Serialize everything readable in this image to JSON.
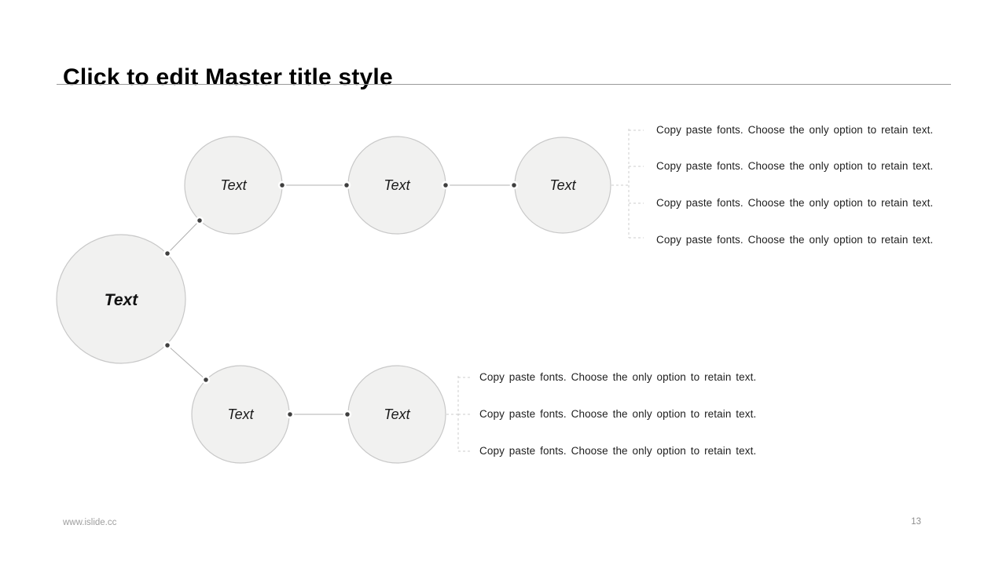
{
  "slide": {
    "title": "Click to edit Master title style",
    "footer": {
      "website": "www.islide.cc",
      "page_number": "13"
    }
  },
  "diagram": {
    "center_node": {
      "label": "Text"
    },
    "top_branch": {
      "nodes": [
        {
          "label": "Text"
        },
        {
          "label": "Text"
        },
        {
          "label": "Text"
        }
      ],
      "annotations": [
        "Copy paste fonts. Choose the only option to retain text.",
        "Copy paste fonts. Choose the only option to retain text.",
        "Copy paste fonts. Choose the only option to retain text.",
        "Copy paste fonts. Choose the only option to retain text."
      ]
    },
    "bottom_branch": {
      "nodes": [
        {
          "label": "Text"
        },
        {
          "label": "Text"
        }
      ],
      "annotations": [
        "Copy paste fonts. Choose the only option to retain text.",
        "Copy paste fonts. Choose the only option to retain text.",
        "Copy paste fonts. Choose the only option to retain text."
      ]
    },
    "colors": {
      "node_fill": "#f1f1f0",
      "node_border": "#c8c8c8",
      "connector": "#b0b0b0",
      "connector_dot": "#3f3f3f",
      "dashed_line": "#cccccc"
    }
  }
}
